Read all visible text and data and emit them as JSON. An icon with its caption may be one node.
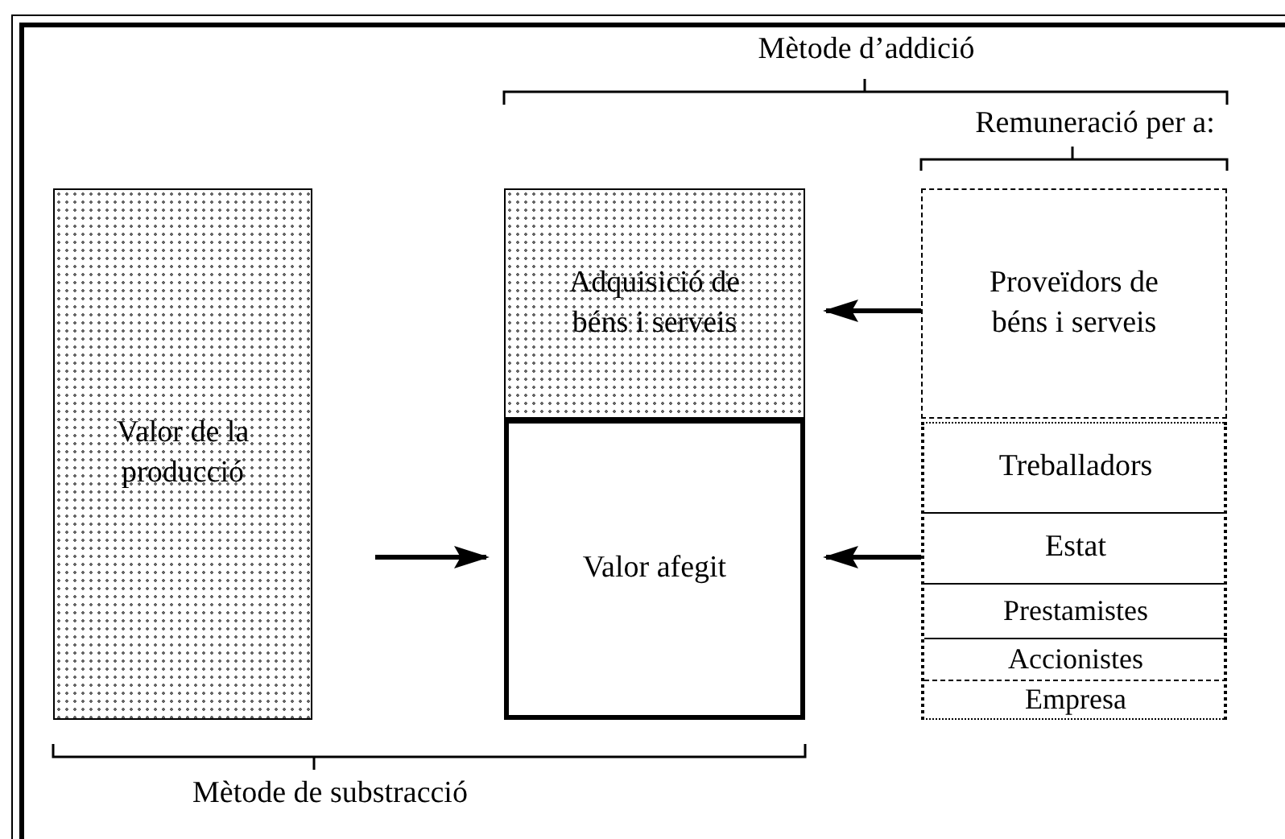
{
  "diagram": {
    "nodes": [
      {
        "text": [
          "Valor de la producció"
        ]
      },
      {
        "text": [
          "Adquisició de béns i serveis"
        ]
      },
      {
        "text": [
          "Valor afegit"
        ]
      },
      {
        "text": [
          "Proveïdors de béns i serveis"
        ]
      },
      {
        "text": [],
        "shape": "box"
      },
      {
        "text": [
          "Treballadors"
        ],
        "in": 4
      },
      {
        "text": [
          "Estat"
        ],
        "in": 4
      },
      {
        "text": [
          "Prestamistes"
        ],
        "in": 4
      },
      {
        "text": [
          "Accionistes"
        ],
        "in": 4
      },
      {
        "text": [
          "Empresa"
        ],
        "in": 4
      }
    ],
    "edges": [
      {
        "from": 0,
        "to": 2,
        "arrow": "to"
      },
      {
        "from": 3,
        "to": 1,
        "arrow": "to"
      },
      {
        "from": 4,
        "to": 2,
        "arrow": "to"
      }
    ],
    "labels": [
      "Mètode d’addició",
      "Remuneració per a:",
      "Mètode de substracció"
    ]
  }
}
